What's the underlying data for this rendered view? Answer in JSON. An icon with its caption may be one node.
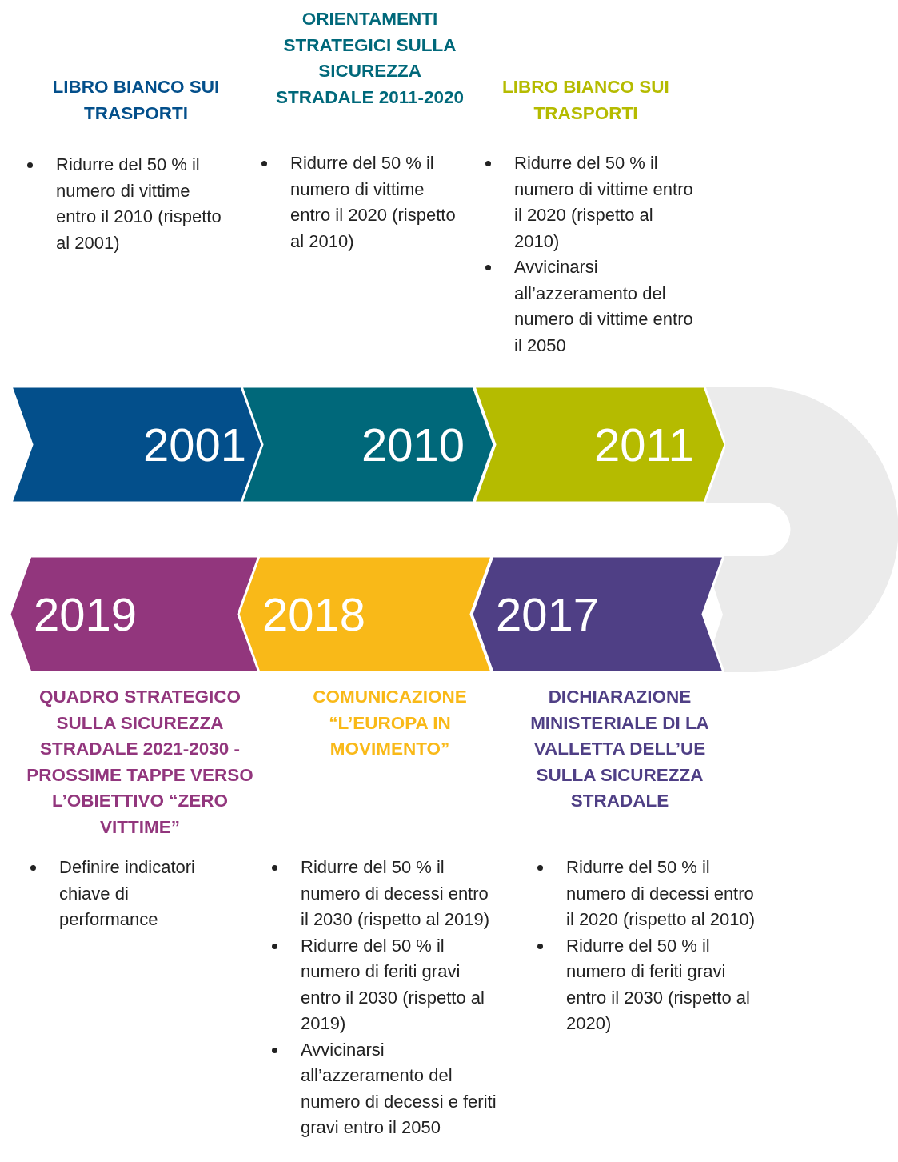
{
  "diagram": {
    "nodes": [
      {
        "text": [
          "2001"
        ],
        "beside": [
          "LIBRO BIANCO SUI TRASPORTI",
          "Ridurre del 50 % il numero di vittime entro il 2010 (rispetto al 2001)"
        ]
      },
      {
        "text": [
          "2010"
        ],
        "beside": [
          "ORIENTAMENTI STRATEGICI SULLA SICUREZZA STRADALE 2011-2020",
          "Ridurre del 50 % il numero di vittime entro il 2020 (rispetto al 2010)"
        ]
      },
      {
        "text": [
          "2011"
        ],
        "beside": [
          "LIBRO BIANCO SUI TRASPORTI",
          "Ridurre del 50 % il numero di vittime entro il 2020 (rispetto al 2010)",
          "Avvicinarsi all’azzeramento del numero di vittime entro il 2050"
        ]
      },
      {
        "text": [
          "2019"
        ],
        "beside": [
          "QUADRO STRATEGICO SULLA SICUREZZA STRADALE 2021-2030 - PROSSIME TAPPE VERSO L’OBIETTIVO “ZERO VITTIME”",
          "Definire indicatori chiave di performance"
        ]
      },
      {
        "text": [
          "2018"
        ],
        "beside": [
          "COMUNICAZIONE “L’EUROPA IN MOVIMENTO”",
          "Ridurre del 50 % il numero di decessi entro il 2030 (rispetto al 2019)",
          "Ridurre del 50 % il numero di feriti gravi entro il 2030 (rispetto al 2019)",
          "Avvicinarsi all’azzeramento del numero di decessi e feriti gravi entro il 2050"
        ]
      },
      {
        "text": [
          "2017"
        ],
        "beside": [
          "DICHIARAZIONE MINISTERIALE DI LA VALLETTA DELL’UE SULLA SICUREZZA STRADALE",
          "Ridurre del 50 % il numero di decessi entro il 2020 (rispetto al 2010)",
          "Ridurre del 50 % il numero di feriti gravi entro il 2030 (rispetto al 2020)"
        ]
      },
      {
        "text": [],
        "shape": "band"
      }
    ],
    "edges": []
  }
}
